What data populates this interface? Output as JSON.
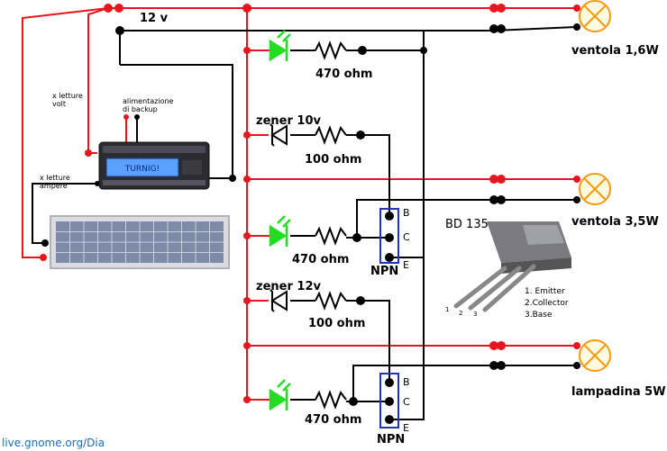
{
  "supply_label": "12 v",
  "labels": {
    "volt": "x letture\nvolt",
    "backup": "alimentazione\ndi backup",
    "ampere": "x letture\nampere",
    "zener1": "zener 10v",
    "zener2": "zener 12v",
    "r_led": "470 ohm",
    "r_zener": "100 ohm",
    "npn": "NPN",
    "pin_b": "B",
    "pin_c": "C",
    "pin_e": "E"
  },
  "loads": [
    "ventola 1,6W",
    "ventola 3,5W",
    "lampadina 5W"
  ],
  "transistor": {
    "name": "BD 135",
    "pins": [
      "1",
      "2",
      "3"
    ],
    "legend": [
      "1. Emitter",
      "2.Collector",
      "3.Base"
    ]
  },
  "controller_display": "TURNIG!",
  "watermark": "live.gnome.org/Dia",
  "colors": {
    "positive": "#e8141e",
    "wire": "#000000",
    "led": "#22dd22",
    "lamp": "#f59a10",
    "transistor_box": "#2233bb",
    "watermark": "#1a6fbf"
  }
}
